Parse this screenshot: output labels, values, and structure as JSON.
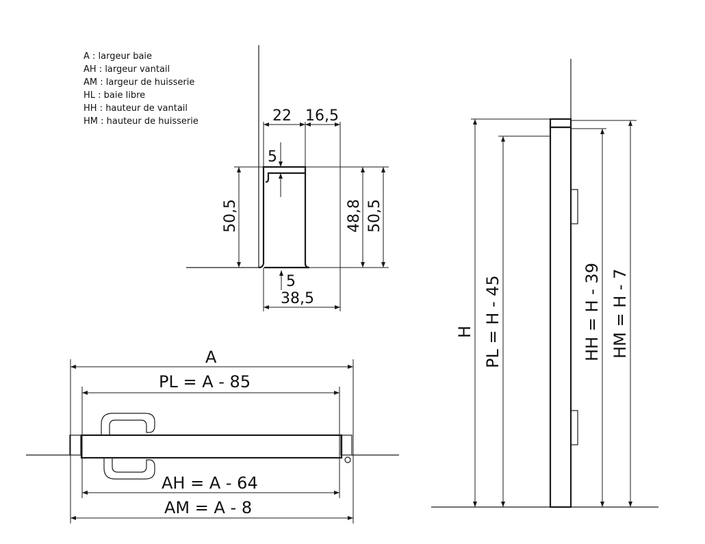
{
  "legend": [
    "A : largeur baie",
    "AH : largeur vantail",
    "AM : largeur de huisserie",
    "HL : baie libre",
    "HH : hauteur de vantail",
    "HM : hauteur de huisserie"
  ],
  "profile": {
    "d22": "22",
    "d16_5": "16,5",
    "d5_top": "5",
    "d50_5_left": "50,5",
    "d48_8": "48,8",
    "d50_5_right": "50,5",
    "d5_bottom": "5",
    "d38_5": "38,5"
  },
  "plan": {
    "a": "A",
    "pl": "PL = A - 85",
    "ah": "AH = A - 64",
    "am": "AM = A - 8"
  },
  "elevation": {
    "h": "H",
    "pl": "PL = H - 45",
    "hh": "HH = H - 39",
    "hm": "HM = H - 7"
  }
}
